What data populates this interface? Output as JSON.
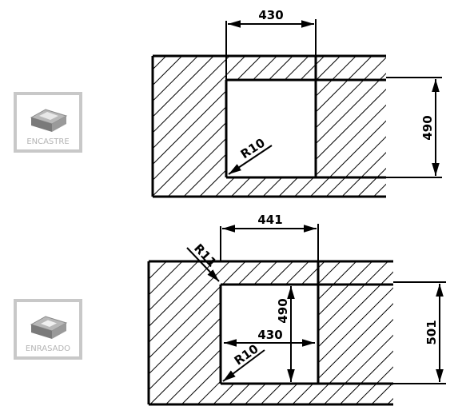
{
  "badges": {
    "top": {
      "label": "ENCASTRE",
      "icon": "sink-flush-mount-icon"
    },
    "bottom": {
      "label": "ENRASADO",
      "icon": "sink-undermount-icon"
    }
  },
  "top_drawing": {
    "width_label": "430",
    "height_label": "490",
    "radius_label": "R10"
  },
  "bottom_drawing": {
    "outer_width_label": "441",
    "inner_width_label": "430",
    "inner_height_label": "490",
    "outer_height_label": "501",
    "outer_radius_label": "R11",
    "inner_radius_label": "R10"
  },
  "colors": {
    "line": "#000000",
    "badge_border": "#c8c8c8",
    "badge_text": "#b4b4b4"
  }
}
